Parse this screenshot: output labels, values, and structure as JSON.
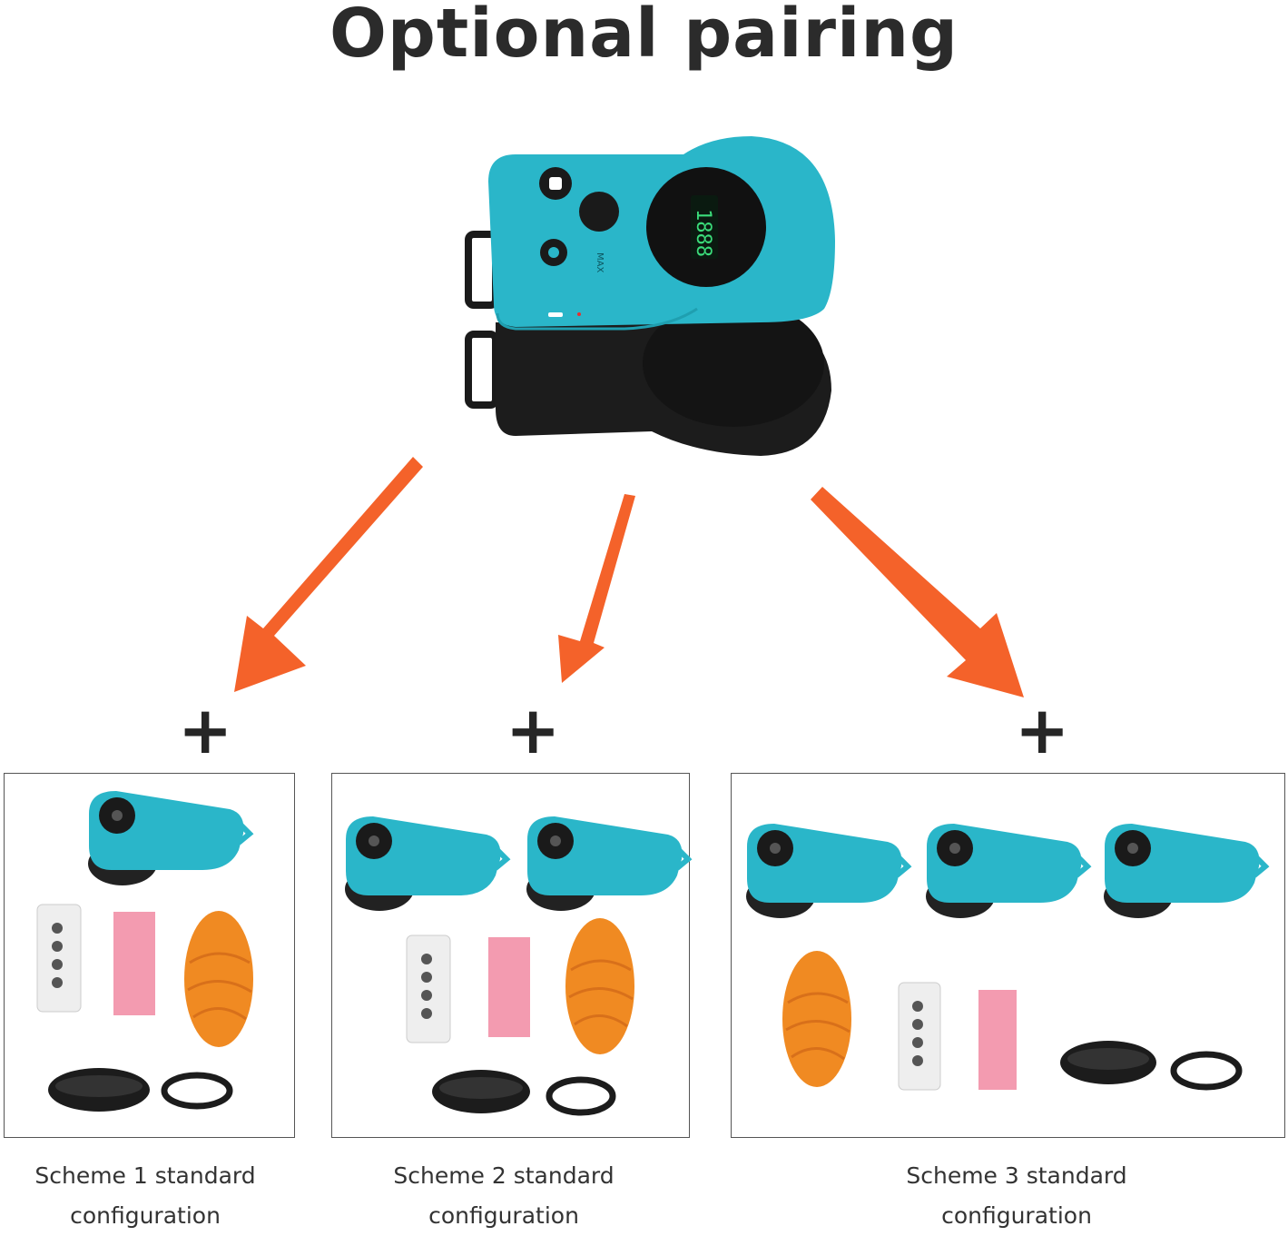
{
  "title": "Optional pairing",
  "main_device": {
    "display": "1888",
    "knob_label": "MAX"
  },
  "plus_symbol": "+",
  "accent_color": "#f4622a",
  "teal_color": "#2ab6c9",
  "schemes": [
    {
      "caption_line1": "Scheme 1 standard",
      "caption_line2": "configuration",
      "winder_count": 1
    },
    {
      "caption_line1": "Scheme 2 standard",
      "caption_line2": "configuration",
      "winder_count": 2
    },
    {
      "caption_line1": "Scheme 3 standard",
      "caption_line2": "configuration",
      "winder_count": 3
    }
  ]
}
